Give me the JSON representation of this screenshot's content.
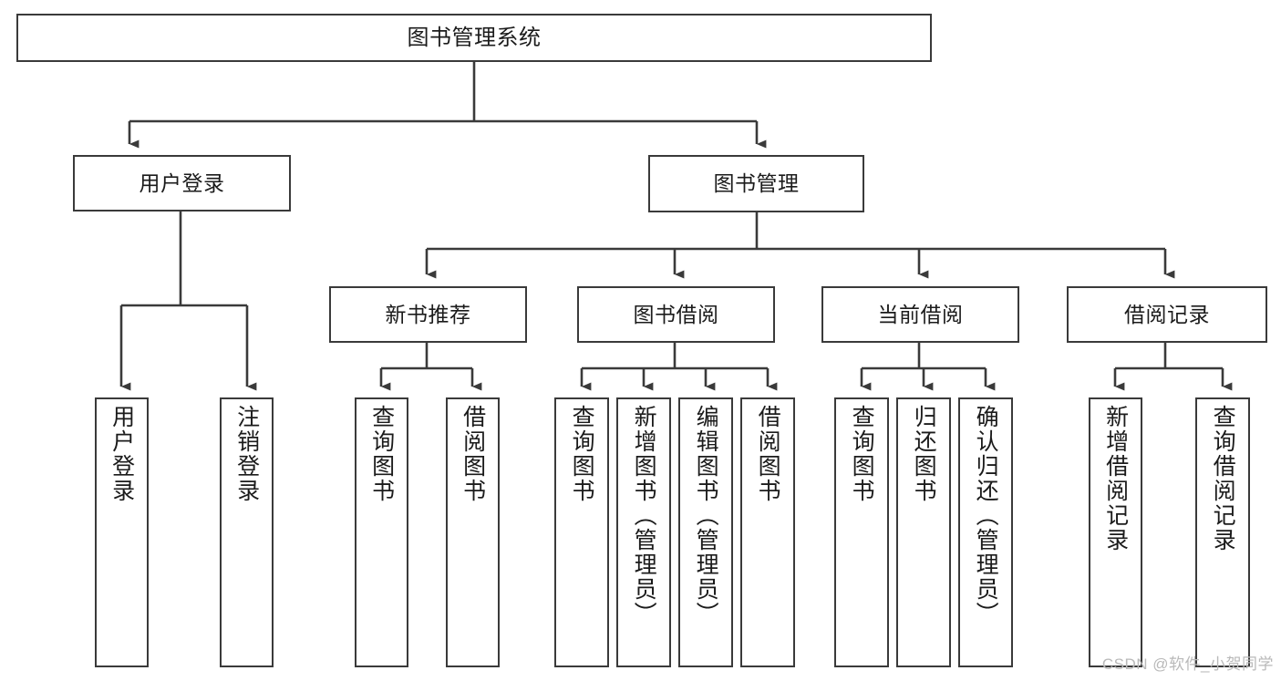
{
  "diagram": {
    "type": "tree-hierarchy",
    "title": "图书管理系统",
    "watermark": "CSDN @软件_小贺同学",
    "colors": {
      "stroke": "#3a3a3a",
      "background": "#ffffff",
      "text": "#1b1b1b",
      "watermark": "#b9b9b9"
    },
    "nodes": {
      "root": {
        "label": "图书管理系统"
      },
      "level2": [
        {
          "id": "user-login",
          "label": "用户登录"
        },
        {
          "id": "book-manage",
          "label": "图书管理"
        }
      ],
      "level3": [
        {
          "id": "new-book-recommend",
          "label": "新书推荐"
        },
        {
          "id": "book-borrow",
          "label": "图书借阅"
        },
        {
          "id": "current-borrow",
          "label": "当前借阅"
        },
        {
          "id": "borrow-record",
          "label": "借阅记录"
        }
      ],
      "leaves": {
        "user-login": [
          {
            "id": "leaf-user-login",
            "label": "用户登录"
          },
          {
            "id": "leaf-logout",
            "label": "注销登录"
          }
        ],
        "new-book-recommend": [
          {
            "id": "leaf-query-book-1",
            "label": "查询图书"
          },
          {
            "id": "leaf-borrow-book-1",
            "label": "借阅图书"
          }
        ],
        "book-borrow": [
          {
            "id": "leaf-query-book-2",
            "label": "查询图书"
          },
          {
            "id": "leaf-add-book",
            "label": "新增图书（管理员）"
          },
          {
            "id": "leaf-edit-book",
            "label": "编辑图书（管理员）"
          },
          {
            "id": "leaf-borrow-book-2",
            "label": "借阅图书"
          }
        ],
        "current-borrow": [
          {
            "id": "leaf-query-book-3",
            "label": "查询图书"
          },
          {
            "id": "leaf-return-book",
            "label": "归还图书"
          },
          {
            "id": "leaf-confirm-return",
            "label": "确认归还（管理员）"
          }
        ],
        "borrow-record": [
          {
            "id": "leaf-add-record",
            "label": "新增借阅记录"
          },
          {
            "id": "leaf-query-record",
            "label": "查询借阅记录"
          }
        ]
      }
    }
  }
}
